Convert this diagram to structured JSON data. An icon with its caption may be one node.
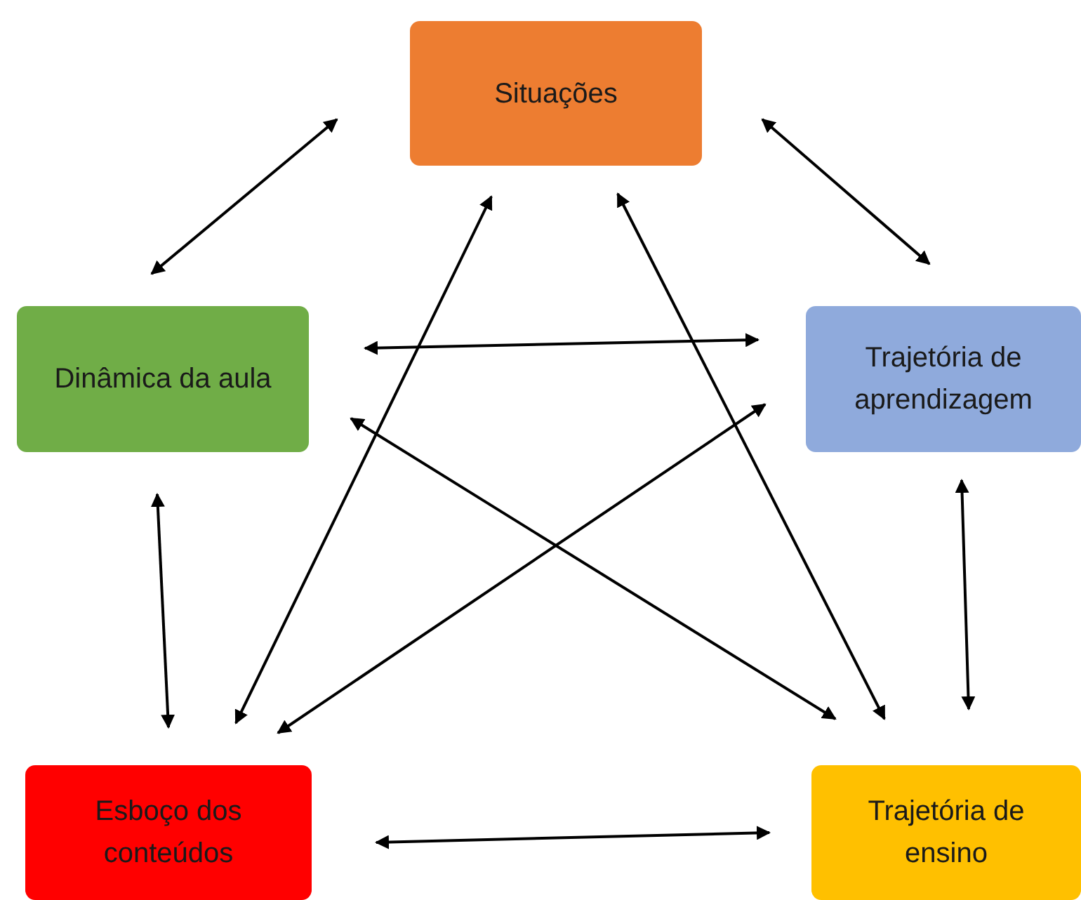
{
  "diagram": {
    "nodes": [
      {
        "text": [
          "Situações"
        ]
      },
      {
        "text": [
          "Dinâmica da aula"
        ]
      },
      {
        "text": [
          "Trajetória de aprendizagem"
        ]
      },
      {
        "text": [
          "Esboço dos conteúdos"
        ]
      },
      {
        "text": [
          "Trajetória de ensino"
        ]
      }
    ],
    "edges": [
      {
        "from": 0,
        "to": 1,
        "arrow": "both"
      },
      {
        "from": 0,
        "to": 2,
        "arrow": "both"
      },
      {
        "from": 1,
        "to": 2,
        "arrow": "both"
      },
      {
        "from": 1,
        "to": 3,
        "arrow": "both"
      },
      {
        "from": 1,
        "to": 4,
        "arrow": "both"
      },
      {
        "from": 0,
        "to": 3,
        "arrow": "both"
      },
      {
        "from": 0,
        "to": 4,
        "arrow": "both"
      },
      {
        "from": 2,
        "to": 3,
        "arrow": "both"
      },
      {
        "from": 2,
        "to": 4,
        "arrow": "both"
      },
      {
        "from": 3,
        "to": 4,
        "arrow": "both"
      }
    ]
  }
}
